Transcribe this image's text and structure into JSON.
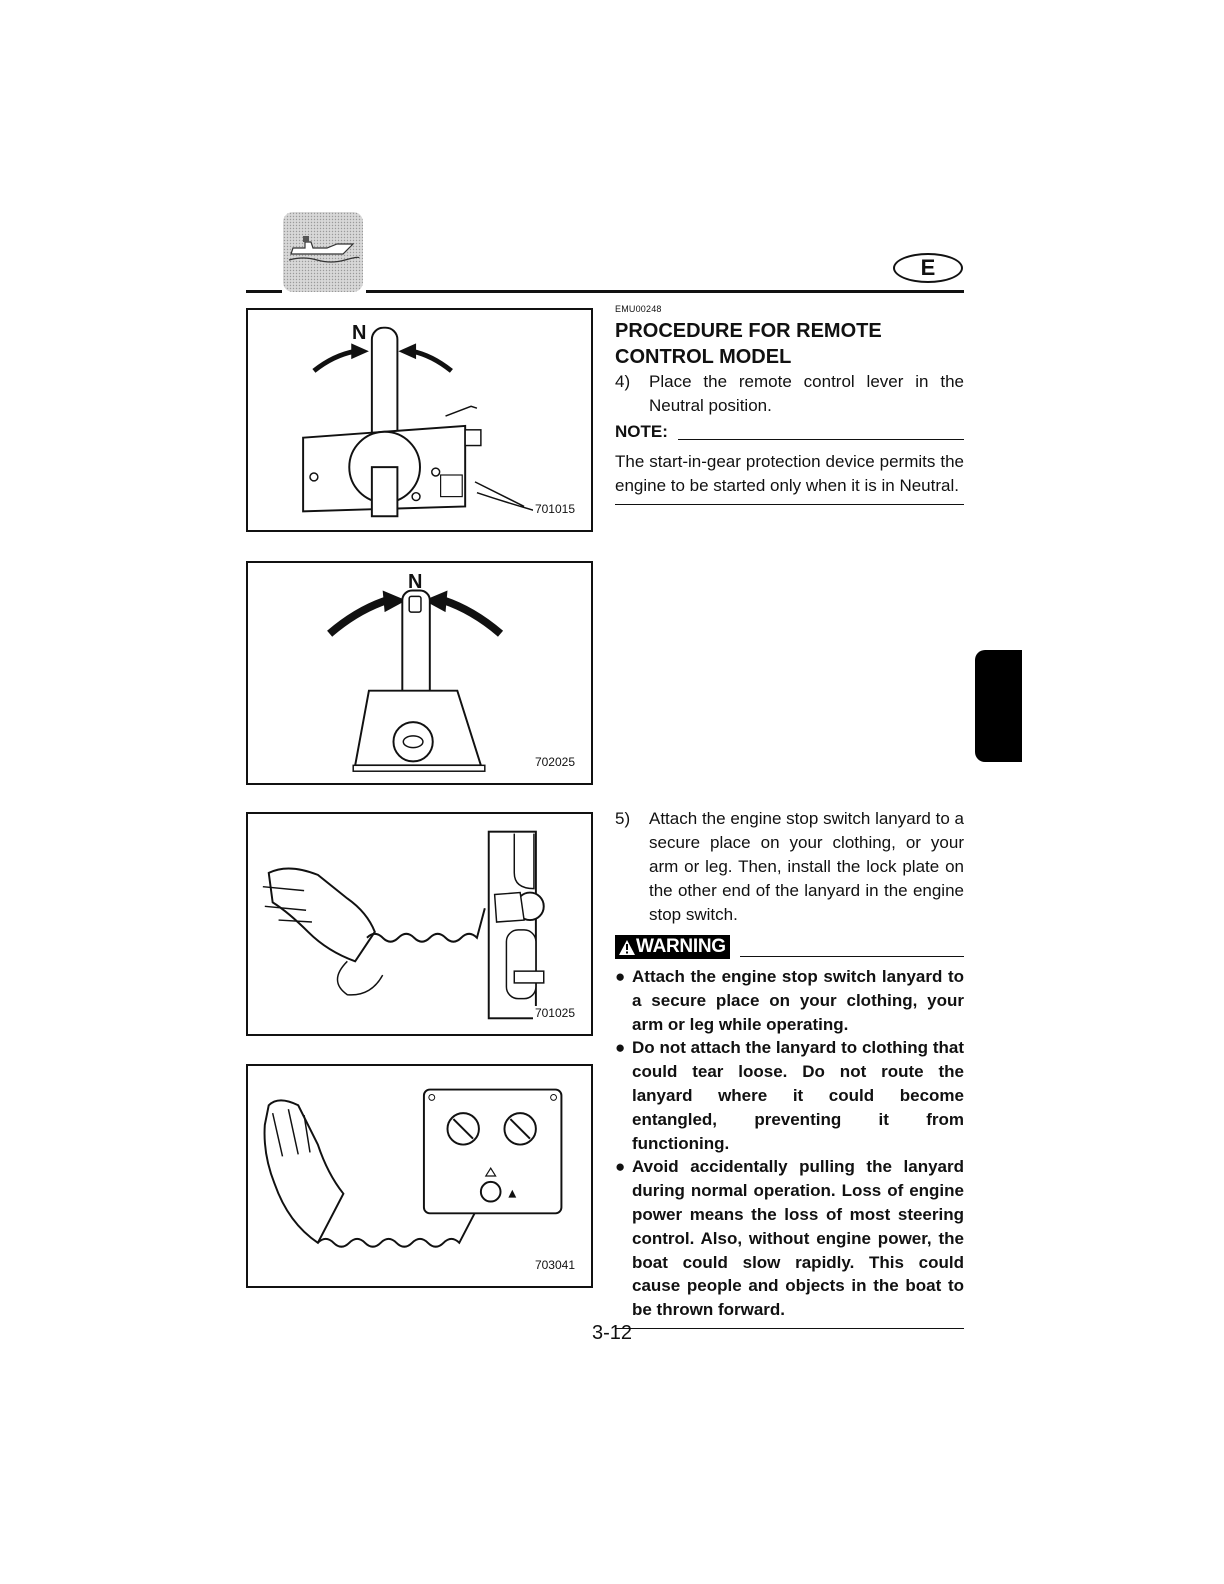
{
  "header": {
    "chapter_icon": "boat-operation-icon",
    "language_badge": "E"
  },
  "figures": [
    {
      "code": "701015",
      "label": "N"
    },
    {
      "code": "702025",
      "label": "N"
    },
    {
      "code": "701025"
    },
    {
      "code": "703041"
    }
  ],
  "section": {
    "doc_code": "EMU00248",
    "title_line1": "PROCEDURE FOR REMOTE",
    "title_line2": "CONTROL MODEL",
    "step4_num": "4)",
    "step4_text": "Place the remote control lever in the Neutral position.",
    "note_label": "NOTE:",
    "note_text": "The start-in-gear protection device permits the engine to be started only when it is in Neutral.",
    "step5_num": "5)",
    "step5_text": "Attach the engine stop switch lanyard to a secure place on your clothing, or your arm or leg. Then, install the lock plate on the other end of the lanyard in the engine stop switch.",
    "warning_label": "WARNING",
    "warnings": [
      "Attach the engine stop switch lanyard to a secure place on your clothing, your arm or leg while operating.",
      "Do not attach the lanyard to clothing that could tear loose. Do not route the lanyard where it could become entangled, preventing it from functioning.",
      "Avoid accidentally pulling the lanyard during normal operation. Loss of engine power means the loss of most steering control. Also, without engine power, the boat could slow rapidly. This could cause people and objects in the boat to be thrown forward."
    ],
    "bullet": "●"
  },
  "footer": {
    "page_number": "3-12"
  }
}
